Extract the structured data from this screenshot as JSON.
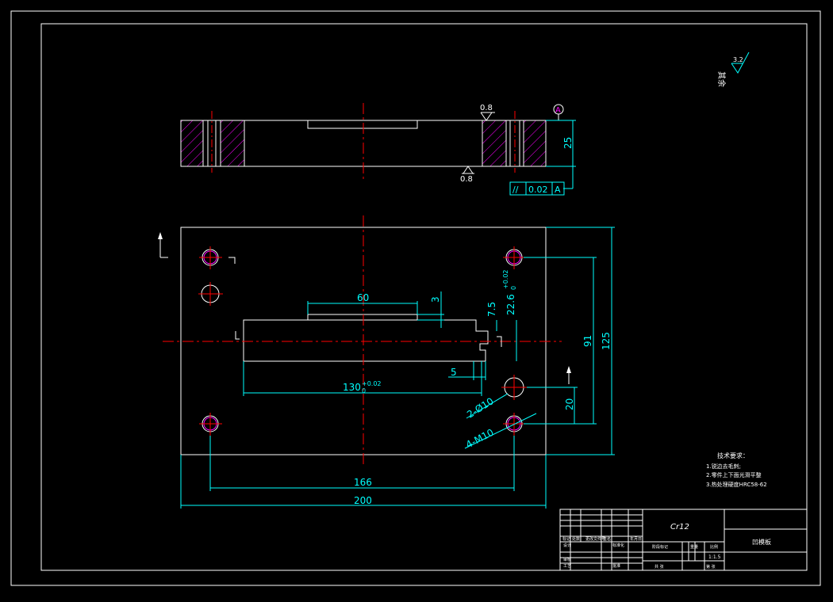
{
  "colors": {
    "background": "#000000",
    "outline": "#ffffff",
    "dimension": "#00ffff",
    "centerline": "#ff0000",
    "hatch": "#ff00ff",
    "text": "#ffffff"
  },
  "roughness": {
    "other": "其余",
    "other_value": "3.2",
    "top": "0.8",
    "bottom": "0.8"
  },
  "datum": "A",
  "tolerance": {
    "symbol": "//",
    "value": "0.02",
    "datum": "A"
  },
  "dims": {
    "thickness": "25",
    "slot_width": "60",
    "slot_depth": "3",
    "step": "7.5",
    "offset": "22.6",
    "offset_tol": "+0.02",
    "offset_tol_low": "0",
    "small": "5",
    "length": "130",
    "length_tol": "+0.02",
    "length_tol_low": "0",
    "bore": "2-Ø10",
    "thread": "4-M10",
    "pitch_v": "91",
    "height": "125",
    "spacing": "20",
    "hole_span": "166",
    "width": "200"
  },
  "notes": {
    "title": "技术要求：",
    "items": [
      "1.锐边去毛刺;",
      "2.零件上下面光滑平整",
      "3.热处理硬度HRC58-62"
    ]
  },
  "title_block": {
    "material": "Cr12",
    "part_name": "凹模板",
    "scale_label": "比例",
    "scale_value": "1:1.5",
    "weight_label": "重量",
    "stage_label": "阶段标记",
    "sheet_label": "共  张",
    "sheet_of": "第  张",
    "design": "设计",
    "standard": "标准化",
    "review": "审核",
    "process": "工艺",
    "approve": "批准",
    "mark": "标记",
    "count": "处数",
    "zone": "分区",
    "change_doc": "更改文件号",
    "sign": "签名",
    "date": "年月日"
  }
}
